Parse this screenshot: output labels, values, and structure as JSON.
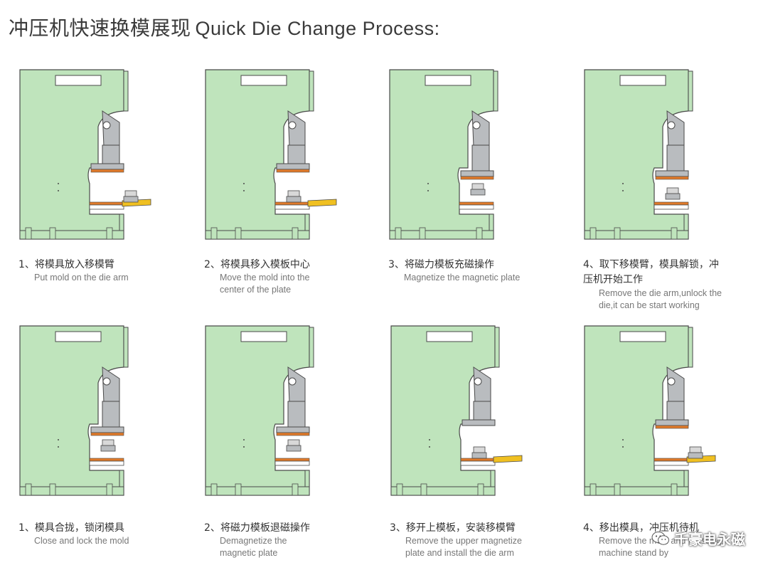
{
  "title": {
    "cn": "冲压机快速换模展现",
    "en": "Quick Die Change Process:"
  },
  "colors": {
    "body": "#bfe4bc",
    "ram": "#b9bcbf",
    "plate": "#e07a2a",
    "arm": "#f0c021",
    "outline": "#4a4a4a"
  },
  "steps": [
    {
      "cn": "1、将模具放入移模臂",
      "en": "Put mold on the die arm"
    },
    {
      "cn": "2、将模具移入模板中心",
      "en": "Move the mold into the center of the plate"
    },
    {
      "cn": "3、将磁力模板充磁操作",
      "en": "Magnetize the magnetic plate"
    },
    {
      "cn": "4、取下移模臂，模具解锁，冲压机开始工作",
      "en": "Remove the die arm,unlock the die,it can be start working"
    },
    {
      "cn": "1、模具合拢，锁闭模具",
      "en": "Close and lock the mold"
    },
    {
      "cn": "2、将磁力模板退磁操作",
      "en": "Demagnetize the magnetic plate"
    },
    {
      "cn": "3、移开上模板，安装移模臂",
      "en": "Remove the upper magnetize plate and install the die arm"
    },
    {
      "cn": "4、移出模具，冲压机待机",
      "en": "Remove the mold and pressing machine stand by"
    }
  ],
  "watermark": {
    "text": "千豪电永磁",
    "icon": "wechat-icon"
  }
}
